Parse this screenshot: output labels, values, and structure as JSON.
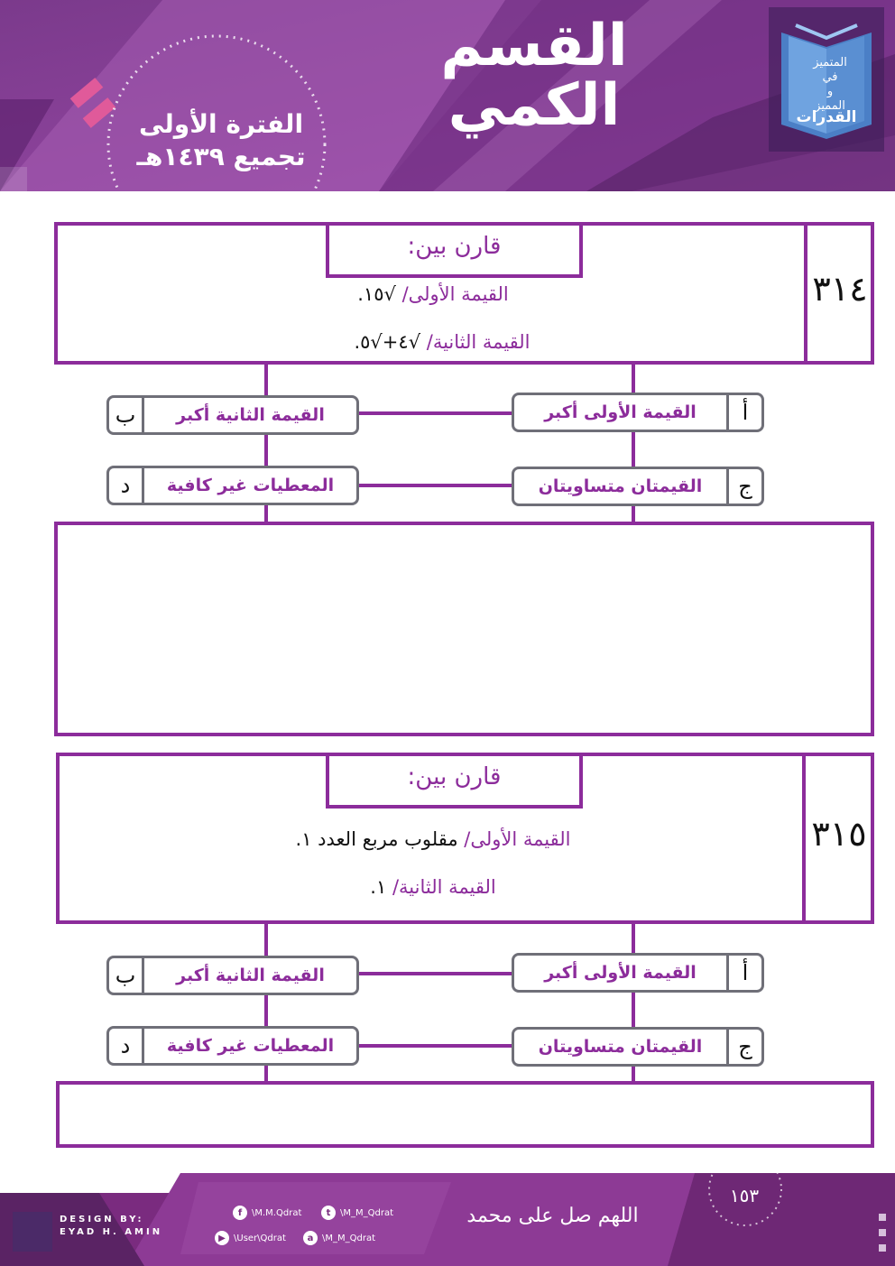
{
  "header": {
    "title_line1": "القسم",
    "title_line2": "الكمي",
    "period_line1": "الفترة الأولى",
    "period_line2": "تجميع ١٤٣٩هـ",
    "logo_line1": "المتميز",
    "logo_line2": "في",
    "logo_line3": "القدرات",
    "logo_line4": "و",
    "logo_line5": "المميز"
  },
  "questions": [
    {
      "number": "٣١٤",
      "compare_label": "قارن بين:",
      "first_label": "القيمة الأولى/",
      "first_value": "√١٥.",
      "second_label": "القيمة الثانية/",
      "second_value": "√٤+√٥.",
      "choices": {
        "a": {
          "letter": "أ",
          "text": "القيمة الأولى أكبر"
        },
        "b": {
          "letter": "ب",
          "text": "القيمة الثانية  أكبر"
        },
        "c": {
          "letter": "ج",
          "text": "القيمتان متساويتان"
        },
        "d": {
          "letter": "د",
          "text": "المعطيات غير كافية"
        }
      }
    },
    {
      "number": "٣١٥",
      "compare_label": "قارن بين:",
      "first_label": "القيمة الأولى/",
      "first_value": "مقلوب مربع العدد ١.",
      "second_label": "القيمة الثانية/",
      "second_value": "١.",
      "choices": {
        "a": {
          "letter": "أ",
          "text": "القيمة الأولى أكبر"
        },
        "b": {
          "letter": "ب",
          "text": "القيمة الثانية  أكبر"
        },
        "c": {
          "letter": "ج",
          "text": "القيمتان متساويتان"
        },
        "d": {
          "letter": "د",
          "text": "المعطيات غير كافية"
        }
      }
    }
  ],
  "footer": {
    "design_by_line1": "DESIGN BY:",
    "design_by_line2": "EYAD H. AMIN",
    "facebook": "\\M.M.Qdrat",
    "twitter": "\\M_M_Qdrat",
    "youtube": "\\User\\Qdrat",
    "ask": "\\M_M_Qdrat",
    "salawat": "اللهم صل على محمد",
    "page_number": "١٥٣"
  },
  "colors": {
    "brand_purple": "#8c2c9b",
    "header_dark": "#6a2a7a",
    "choice_border": "#6f6f78"
  },
  "icons": [
    "book-logo-icon",
    "facebook-icon",
    "twitter-icon",
    "youtube-icon",
    "ask-icon"
  ]
}
